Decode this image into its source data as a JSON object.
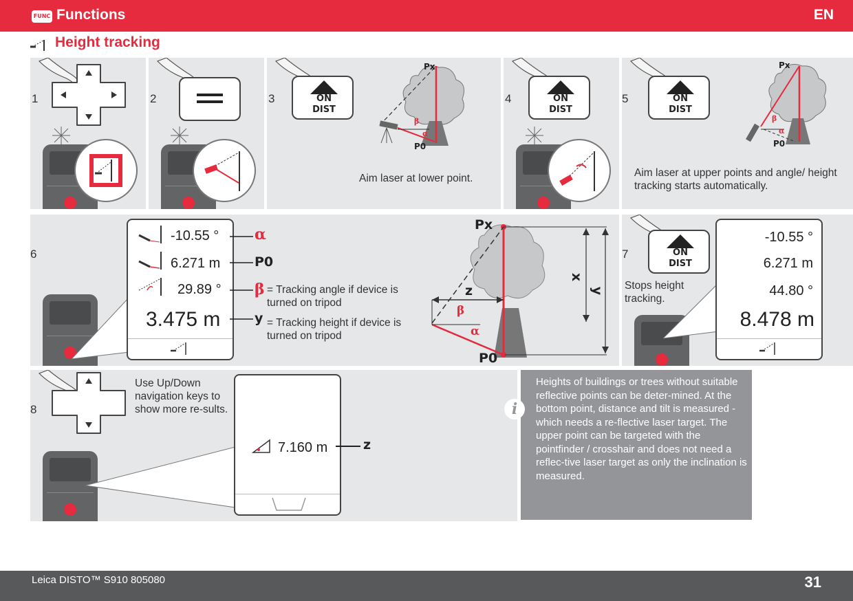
{
  "header": {
    "badge": "FUNC",
    "title": "Functions",
    "lang": "EN",
    "subtitle": "Height tracking"
  },
  "steps": {
    "s1": "1",
    "s2": "2",
    "s3": "3",
    "s4": "4",
    "s5": "5",
    "s6": "6",
    "s7": "7",
    "s8": "8"
  },
  "buttons": {
    "on": "ON",
    "dist": "DIST"
  },
  "diagram_labels": {
    "px": "Px",
    "p0": "P0",
    "alpha": "α",
    "beta": "β",
    "x": "x",
    "y": "y",
    "z": "z"
  },
  "captions": {
    "step3": "Aim laser at lower point.",
    "step5": "Aim laser at upper points and angle/ height tracking starts automatically.",
    "step7": "Stops height tracking.",
    "step8": "Use Up/Down navigation keys to show more re-sults."
  },
  "step6": {
    "alpha_value": "-10.55 °",
    "p0_value": "6.271 m",
    "beta_value": "29.89 °",
    "main_value": "3.475 m",
    "alpha_label": "α",
    "p0_label": "P0",
    "beta_label": "β",
    "y_label": "y",
    "beta_desc": "= Tracking angle if device is turned on tripod",
    "y_desc": "= Tracking height if device is turned on tripod"
  },
  "step7": {
    "alpha_value": "-10.55 °",
    "p0_value": "6.271 m",
    "beta_value": "44.80 °",
    "main_value": "8.478 m"
  },
  "step8": {
    "value": "7.160 m",
    "label": "z"
  },
  "info": {
    "icon": "i",
    "text": "Heights of buildings or trees without suitable reflective points can be deter-mined. At the bottom point, distance and tilt is measured - which needs a re-flective laser target. The upper point can be targeted with the pointfinder / crosshair and does not need a reflec-tive laser target as only the inclination is measured."
  },
  "footer": {
    "product": "Leica DISTO™ S910 805080",
    "page": "31"
  },
  "colors": {
    "brand_red": "#e52b3d",
    "panel_grey": "#e6e7e8",
    "info_grey": "#939598",
    "footer_grey": "#58595b"
  }
}
